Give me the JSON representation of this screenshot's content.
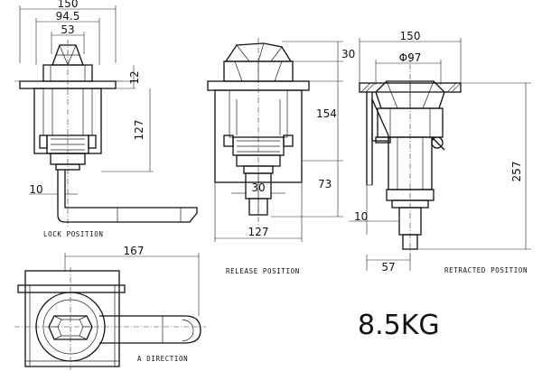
{
  "dimensions": {
    "lock_width": "150",
    "lock_inner": "94.5",
    "lock_top": "53",
    "lock_flange": "12",
    "lock_height": "127",
    "lock_pin": "10",
    "release_top": "30",
    "release_body": "154",
    "release_pin_len": "73",
    "release_pin_w": "30",
    "release_width": "127",
    "retract_width": "150",
    "retract_dia": "Φ97",
    "retract_height": "257",
    "retract_pin": "10",
    "retract_offset": "57",
    "adir_len": "167"
  },
  "captions": {
    "lock": "LOCK POSITION",
    "release": "RELEASE POSITION",
    "retracted": "RETRACTED POSITION",
    "a_direction": "A DIRECTION"
  },
  "weight": "8.5KG"
}
